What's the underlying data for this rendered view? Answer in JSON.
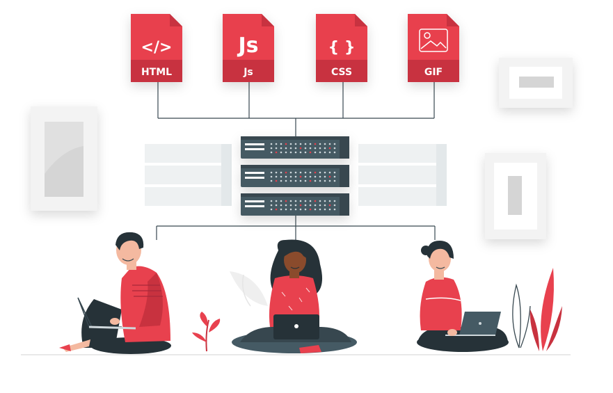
{
  "files": [
    {
      "label": "HTML",
      "glyph": "</>",
      "icon": "html-code-icon"
    },
    {
      "label": "Js",
      "glyph": "Js",
      "icon": "javascript-icon"
    },
    {
      "label": "CSS",
      "glyph": "{ }",
      "icon": "css-braces-icon"
    },
    {
      "label": "GIF",
      "glyph": "",
      "icon": "image-icon"
    }
  ],
  "colors": {
    "accent": "#e8414e",
    "accent_dark": "#c8323f",
    "server_dark": "#37474f",
    "server_mid": "#455a64",
    "skin_light": "#f4b9a0",
    "skin_dark": "#8a4b2c",
    "hair": "#263238",
    "frame_grey": "#ececec"
  }
}
